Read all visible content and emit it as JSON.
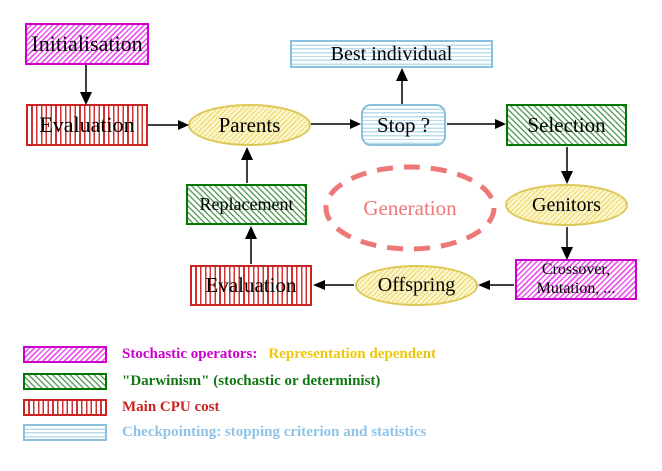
{
  "nodes": {
    "initialisation": "Initialisation",
    "evaluation_top": "Evaluation",
    "parents": "Parents",
    "best_individual": "Best individual",
    "stop": "Stop ?",
    "selection": "Selection",
    "genitors": "Genitors",
    "crossover_line1": "Crossover,",
    "crossover_line2": "Mutation, ...",
    "offspring": "Offspring",
    "evaluation_bottom": "Evaluation",
    "replacement": "Replacement",
    "generation": "Generation"
  },
  "legend": {
    "items": [
      {
        "swatch": "magenta-diagonal-hatch",
        "text": "Stochastic operators:",
        "text2": "Representation dependent"
      },
      {
        "swatch": "green-diagonal-hatch",
        "text": "\"Darwinism\" (stochastic or determinist)"
      },
      {
        "swatch": "red-vertical-stripes",
        "text": "Main CPU cost"
      },
      {
        "swatch": "cyan-horizontal-stripes",
        "text": "Checkpointing: stopping criterion and statistics"
      }
    ]
  },
  "colors": {
    "line": "#000000",
    "magenta": "#cc00cc",
    "magenta_hatch": "#ee55ee",
    "magenta_text": "#cc00cc",
    "green": "#007700",
    "green_hatch": "#5fa05f",
    "green_text": "#117711",
    "red": "#cc2222",
    "red_stripe": "#cc3333",
    "red_text": "#cc2222",
    "cyan": "#8cc0dc",
    "cyan_stripe": "#b8dcec",
    "blue_text": "#8fc3e8",
    "yellow_border": "#ddc755",
    "yellow_hatch": "#f0e088",
    "yellow_bg": "#fdf8d2",
    "gold_text": "#eec60a",
    "salmon": "#ee7878"
  }
}
